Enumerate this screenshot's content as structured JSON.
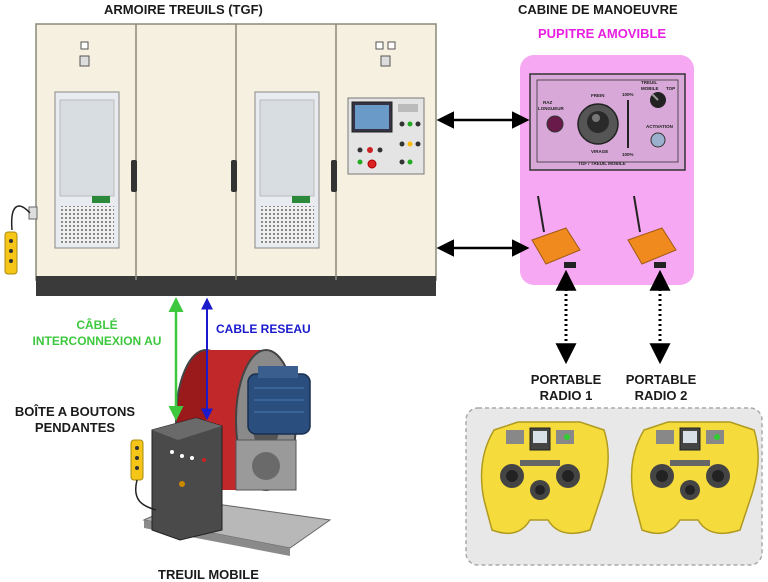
{
  "labels": {
    "armoire_title": "ARMOIRE TREUILS (TGF)",
    "cabine_title": "CABINE DE MANOEUVRE",
    "pupitre_title": "PUPITRE AMOVIBLE",
    "cable_interconnexion": "CÂBLÉ\nINTERCONNEXION AU",
    "cable_reseau": "CABLE RESEAU",
    "boite_boutons": "BOÎTE A BOUTONS\nPENDANTES",
    "treuil_mobile": "TREUIL MOBILE",
    "portable_radio_1": "PORTABLE\nRADIO 1",
    "portable_radio_2": "PORTABLE\nRADIO 2"
  },
  "console": {
    "raz_longueur": "RAZ\nLONGUEUR",
    "frein": "FREIN",
    "virage": "VIRAGE",
    "treuil_mobile": "TREUIL\nMOBILE",
    "top": "TOP",
    "pct_top": "100%",
    "pct_bottom": "100%",
    "activation": "ACTIVATION",
    "panel_name": "TGF / TREUIL MOBILE"
  },
  "colors": {
    "cabinet": "#f6f0e0",
    "pupitre_bg": "#f6a8f2",
    "pupitre_title": "#e81ee0",
    "console_panel": "#d8a8d8",
    "interconnexion": "#3ec83e",
    "reseau": "#1a1acc",
    "radio_module": "#f08a1e",
    "remote_yellow": "#f5dc3c",
    "drum_red": "#c0282a",
    "motor_blue": "#2a4e7e"
  }
}
